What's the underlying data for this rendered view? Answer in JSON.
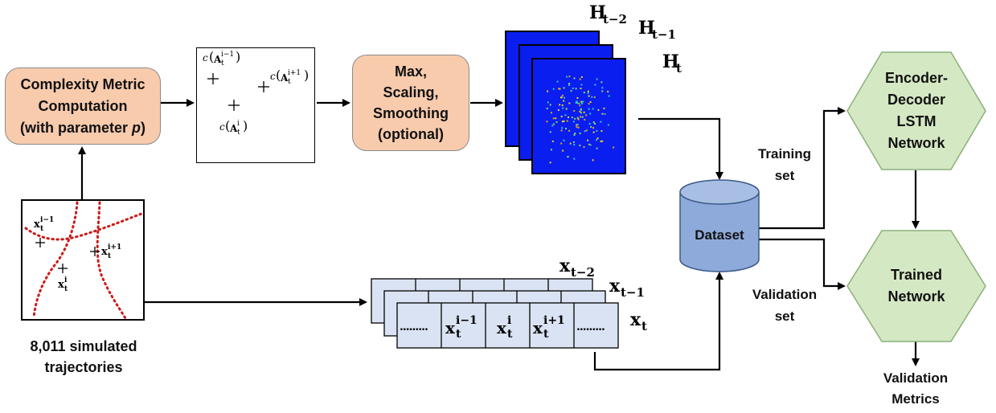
{
  "nodes": {
    "complexity": {
      "line1": "Complexity Metric",
      "line2": "Computation",
      "line3": "(with parameter ",
      "param": "p",
      "line3_end": ")"
    },
    "processing": {
      "line1": "Max,",
      "line2": "Scaling,",
      "line3": "Smoothing",
      "line4": "(optional)"
    },
    "dataset": "Dataset",
    "encoder": {
      "line1": "Encoder-",
      "line2": "Decoder",
      "line3": "LSTM",
      "line4": "Network"
    },
    "trained": {
      "line1": "Trained",
      "line2": "Network"
    },
    "trajectories": {
      "line1": "8,011 simulated",
      "line2": "trajectories"
    },
    "validation_metrics": {
      "line1": "Validation",
      "line2": "Metrics"
    }
  },
  "edges": {
    "training": {
      "line1": "Training",
      "line2": "set"
    },
    "validation": {
      "line1": "Validation",
      "line2": "set"
    }
  },
  "heatmaps": {
    "labels": [
      "H",
      "H",
      "H"
    ],
    "subs": [
      "t−2",
      "t−1",
      "t"
    ]
  },
  "sequences": {
    "labels": [
      "x",
      "x",
      "x"
    ],
    "subs": [
      "t−2",
      "t−1",
      "t"
    ],
    "dots": ".........",
    "cells": [
      {
        "base": "x",
        "sub": "t",
        "sup": "i−1"
      },
      {
        "base": "x",
        "sub": "t",
        "sup": "i"
      },
      {
        "base": "x",
        "sub": "t",
        "sup": "i+1"
      }
    ]
  },
  "metric_box": {
    "a1": "c",
    "a1_sup": "i−1",
    "a2": "c",
    "a2_sup": "i+1",
    "a3": "c",
    "a3_sup": "i",
    "matrix": "A",
    "sub": "t"
  },
  "trajectory_box": {
    "p1_sup": "i−1",
    "p2_sup": "i+1",
    "p3_sup": "i",
    "base": "x",
    "sub": "t"
  },
  "colors": {
    "orange": "#f8cbad",
    "green": "#d5e8c4",
    "cylinder": "#8eaadb",
    "heatmap": "#0a1ef0",
    "seq": "#dae3f3"
  }
}
